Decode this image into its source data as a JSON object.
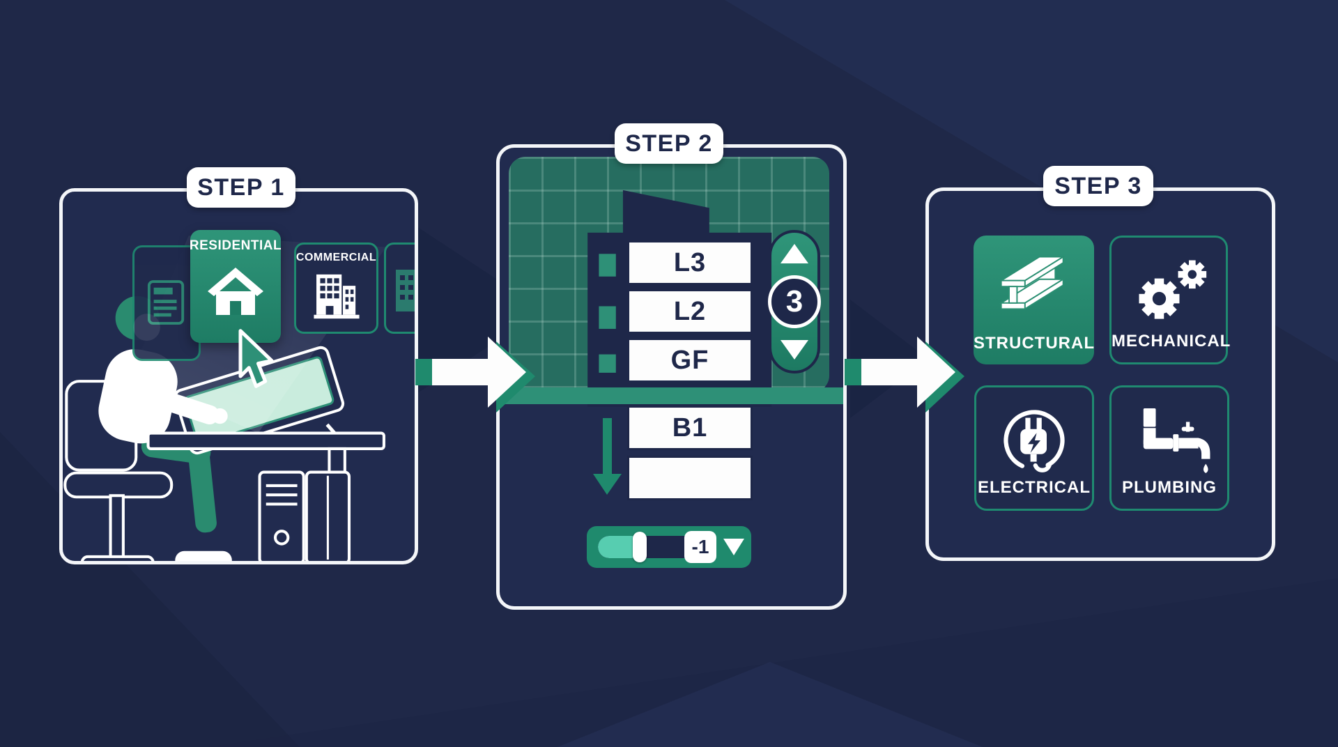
{
  "title": "Three step building design workflow",
  "colors": {
    "background": "#1f2848",
    "panel_border": "#f4f6f9",
    "accent_green": "#2e9077",
    "accent_green_dark": "#1e7c64",
    "teal_border": "#1f8a70",
    "grid_teal": "#266d60",
    "navy_text": "#1e2749",
    "mint_screen": "#c9ecdd",
    "slider_fill": "#57cdb0"
  },
  "steps": [
    {
      "label": "STEP 1"
    },
    {
      "label": "STEP 2"
    },
    {
      "label": "STEP 3"
    }
  ],
  "step1": {
    "tiles": [
      {
        "label": "RESIDENTIAL",
        "icon": "house-icon",
        "selected": true
      },
      {
        "label": "COMMERCIAL",
        "icon": "buildings-icon",
        "selected": false
      },
      {
        "label": "",
        "icon": "building-outline-icon",
        "selected": false
      }
    ]
  },
  "step2": {
    "floors": [
      "L3",
      "L2",
      "GF",
      "B1",
      ""
    ],
    "floor_counter": "3",
    "slider_value": "-1"
  },
  "step3": {
    "tiles": [
      {
        "label": "STRUCTURAL",
        "icon": "i-beam-icon",
        "selected": true
      },
      {
        "label": "MECHANICAL",
        "icon": "gears-icon",
        "selected": false
      },
      {
        "label": "ELECTRICAL",
        "icon": "plug-icon",
        "selected": false
      },
      {
        "label": "PLUMBING",
        "icon": "faucet-icon",
        "selected": false
      }
    ]
  }
}
